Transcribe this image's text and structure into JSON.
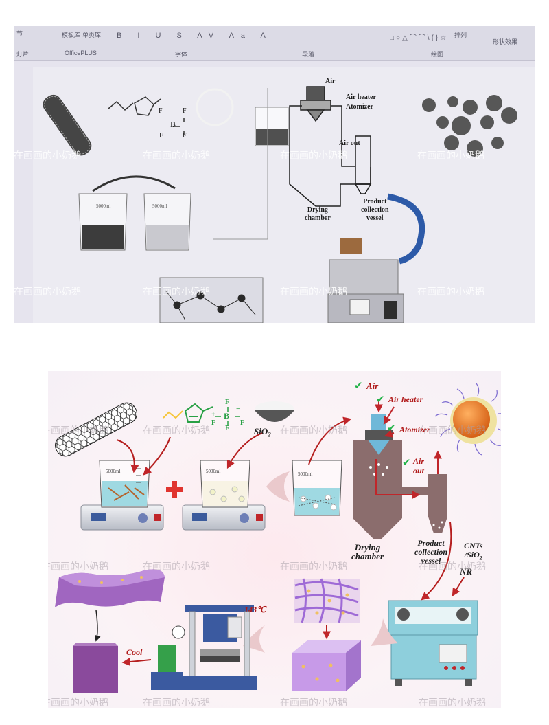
{
  "top_photo": {
    "ribbon": {
      "groups": [
        "OfficePLUS",
        "字体",
        "段落",
        "绘图"
      ],
      "buttons": [
        "模板库",
        "单页库"
      ],
      "left_items": [
        "节",
        "灯片"
      ],
      "right_items": [
        "排列",
        "形状效果"
      ]
    },
    "labels": {
      "air": "Air",
      "air_heater": "Air heater",
      "atomizer": "Atomizer",
      "air_out": "Air out",
      "drying_chamber": "Drying\nchamber",
      "product_collection_vessel": "Product\ncollection\nvessel",
      "beaker_volume_1": "5000ml",
      "beaker_volume_2": "5000ml"
    }
  },
  "bottom_panel": {
    "labels": {
      "sio2": "SiO",
      "sio2_sub": "2",
      "beaker_volume_1": "5000ml",
      "beaker_volume_2": "5000ml",
      "beaker_volume_3": "5000ml",
      "air": "Air",
      "air_heater": "Air heater",
      "atomizer": "Atomizer",
      "air_out": "Air\nout",
      "drying_chamber": "Drying\nchamber",
      "product_collection_vessel": "Product\ncollection\nvessel",
      "cnts_sio2": "CNTs\n/SiO",
      "cnts_sio2_sub": "2",
      "nr": "NR",
      "temperature": "143℃",
      "cool": "Cool",
      "bf4_b": "B",
      "bf4_f": "F",
      "plus_charge": "+",
      "minus_charge": "−"
    }
  },
  "watermark": "在画画的小奶鹅",
  "colors": {
    "beaker_liquid": "#9fd9e2",
    "dryer_body": "#8b6d6d",
    "mill_body": "#8ecfdc",
    "rubber_sheet": "#8a4a9c",
    "arrow_red": "#c0262a",
    "check_green": "#24b34a",
    "arrow_blue": "#2d5aa8",
    "imidazolium_green": "#28a045"
  }
}
